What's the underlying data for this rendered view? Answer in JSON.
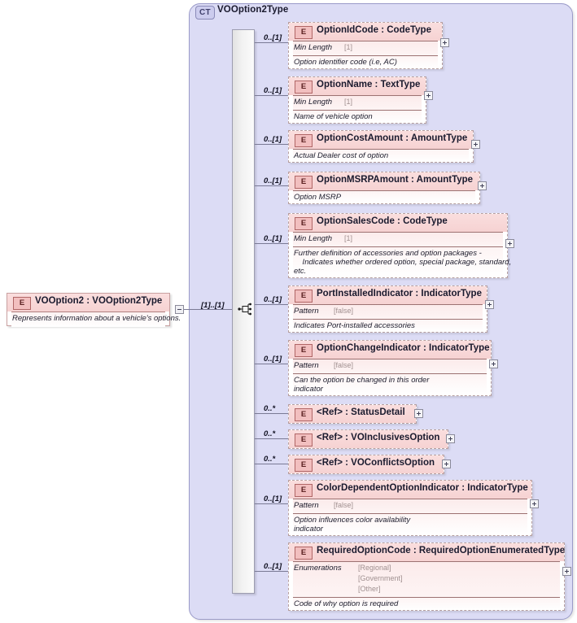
{
  "diagram": {
    "type_badge": "CT",
    "type_name": "VOOption2Type",
    "element_badge": "E"
  },
  "root_element": {
    "badge": "E",
    "title": "VOOption2 : VOOption2Type",
    "annotation": "Represents information about a vehicle's options.",
    "cardinality": "[1]..[1]"
  },
  "particles": [
    {
      "badge": "E",
      "title": "OptionIdCode : CodeType",
      "cardinality": "0..[1]",
      "facet_name": "Min Length",
      "facet_value": "[1]",
      "description": "Option identifier code (i.e, AC)"
    },
    {
      "badge": "E",
      "title": "OptionName : TextType",
      "cardinality": "0..[1]",
      "facet_name": "Min Length",
      "facet_value": "[1]",
      "description": "Name of vehicle option"
    },
    {
      "badge": "E",
      "title": "OptionCostAmount : AmountType",
      "cardinality": "0..[1]",
      "facet_name": "",
      "facet_value": "",
      "description": "Actual Dealer cost of option"
    },
    {
      "badge": "E",
      "title": "OptionMSRPAmount : AmountType",
      "cardinality": "0..[1]",
      "facet_name": "",
      "facet_value": "",
      "description": "Option MSRP"
    },
    {
      "badge": "E",
      "title": "OptionSalesCode : CodeType",
      "cardinality": "0..[1]",
      "facet_name": "Min Length",
      "facet_value": "[1]",
      "description": "Further definition of accessories and option packages -\n    Indicates whether ordered option, special package, standard,\netc."
    },
    {
      "badge": "E",
      "title": "PortInstalledIndicator : IndicatorType",
      "cardinality": "0..[1]",
      "facet_name": "Pattern",
      "facet_value": "[false]",
      "description": "Indicates Port-installed accessories"
    },
    {
      "badge": "E",
      "title": "OptionChangeIndicator : IndicatorType",
      "cardinality": "0..[1]",
      "facet_name": "Pattern",
      "facet_value": "[false]",
      "description": "Can the option be changed in this order\nindicator"
    },
    {
      "badge": "E",
      "title": "<Ref>      : StatusDetail",
      "cardinality": "0..*",
      "facet_name": "",
      "facet_value": "",
      "description": ""
    },
    {
      "badge": "E",
      "title": "<Ref>      : VOInclusivesOption",
      "cardinality": "0..*",
      "facet_name": "",
      "facet_value": "",
      "description": ""
    },
    {
      "badge": "E",
      "title": "<Ref>      : VOConflictsOption",
      "cardinality": "0..*",
      "facet_name": "",
      "facet_value": "",
      "description": ""
    },
    {
      "badge": "E",
      "title": "ColorDependentOptionIndicator : IndicatorType",
      "cardinality": "0..[1]",
      "facet_name": "Pattern",
      "facet_value": "[false]",
      "description": "Option influences color availability\nindicator"
    },
    {
      "badge": "E",
      "title": "RequiredOptionCode : RequiredOptionEnumeratedType",
      "cardinality": "0..[1]",
      "facet_name": "Enumerations",
      "facet_value": "[Regional]\n[Government]\n[Other]",
      "description": "Code of why option is required"
    }
  ],
  "colors": {
    "container_fill": "#dcdcf5",
    "container_border": "#9a9ac8",
    "element_header": "#f6d2d2",
    "element_badge": "#f2bfbf",
    "sequence_bar": "#f2f2f2",
    "connector_line": "#7a7a95"
  }
}
